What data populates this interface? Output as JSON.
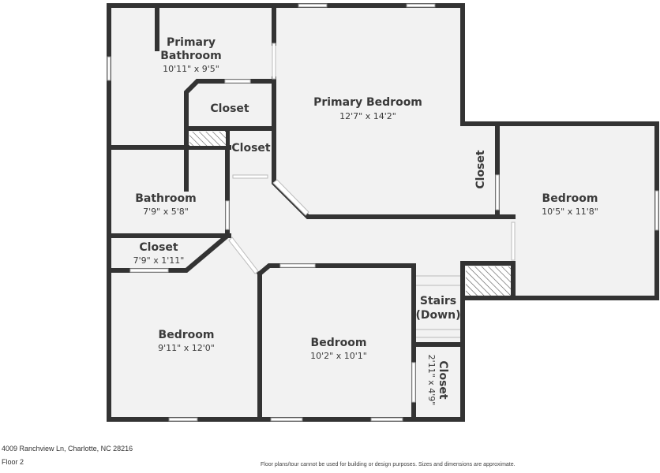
{
  "rooms": {
    "primary_bathroom": {
      "name_line1": "Primary",
      "name_line2": "Bathroom",
      "dims": "10'11\" x 9'5\""
    },
    "primary_bedroom": {
      "name": "Primary Bedroom",
      "dims": "12'7\" x 14'2\""
    },
    "closet_upper": {
      "name": "Closet"
    },
    "closet_small": {
      "name": "Closet"
    },
    "closet_vertical": {
      "name": "Closet"
    },
    "bedroom_right": {
      "name": "Bedroom",
      "dims": "10'5\" x 11'8\""
    },
    "bathroom": {
      "name": "Bathroom",
      "dims": "7'9\" x 5'8\""
    },
    "closet_hall": {
      "name": "Closet",
      "dims": "7'9\" x 1'11\""
    },
    "bedroom_left": {
      "name": "Bedroom",
      "dims": "9'11\" x 12'0\""
    },
    "bedroom_center": {
      "name": "Bedroom",
      "dims": "10'2\" x 10'1\""
    },
    "stairs": {
      "name_line1": "Stairs",
      "name_line2": "(Down)"
    },
    "closet_stairs": {
      "name": "Closet",
      "dims": "2'11\" x 4'9\""
    }
  },
  "footer": {
    "address": "4009 Ranchview Ln, Charlotte, NC 28216",
    "floor": "Floor 2",
    "disclaimer": "Floor plans/tour cannot be used for building or design purposes. Sizes and dimensions are approximate."
  },
  "colors": {
    "wall": "#333333",
    "floor": "#f2f2f2",
    "window": "#ffffff",
    "hatch": "#555555"
  }
}
